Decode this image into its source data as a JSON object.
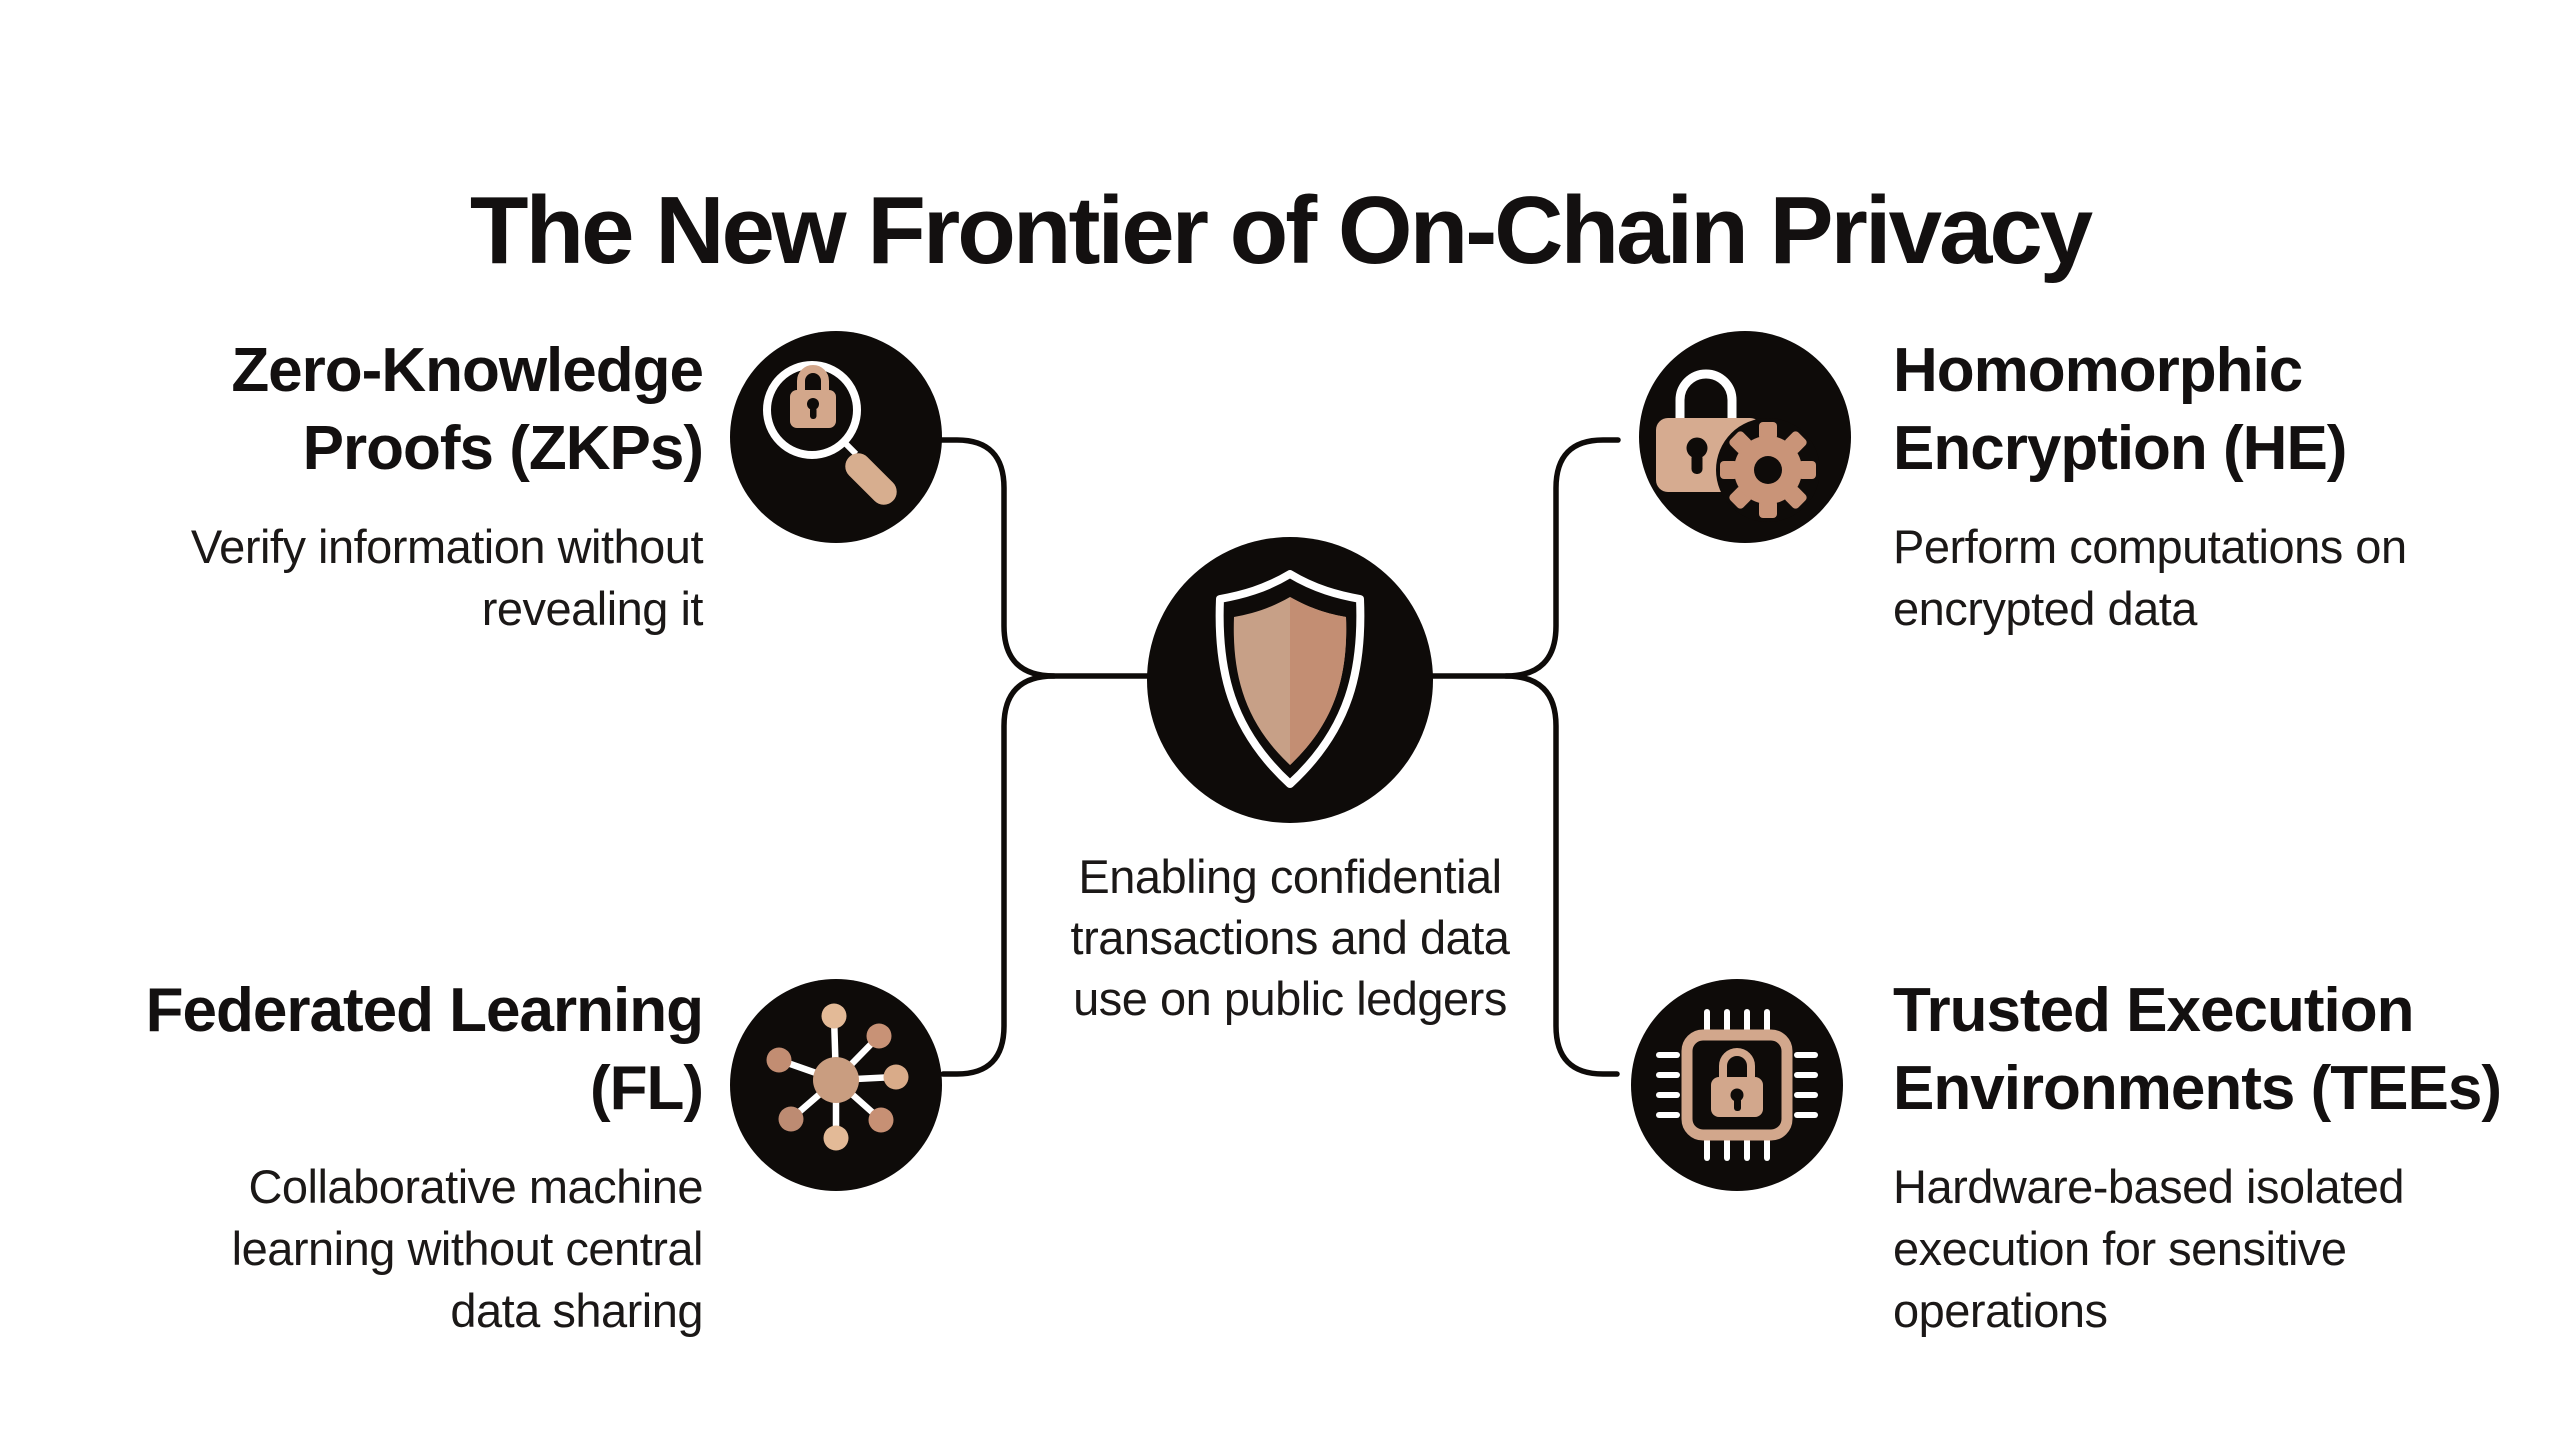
{
  "title": "The New Frontier of On-Chain Privacy",
  "center": {
    "icon": "shield-icon",
    "caption_lines": [
      "Enabling confidential",
      "transactions and data",
      "use on public ledgers"
    ]
  },
  "nodes": {
    "zkp": {
      "icon": "magnifier-lock-icon",
      "heading_lines": [
        "Zero-Knowledge",
        "Proofs (ZKPs)"
      ],
      "body_lines": [
        "Verify information without",
        "revealing it"
      ]
    },
    "he": {
      "icon": "lock-gear-icon",
      "heading_lines": [
        "Homomorphic",
        "Encryption (HE)"
      ],
      "body_lines": [
        "Perform computations on",
        "encrypted data"
      ]
    },
    "fl": {
      "icon": "network-hub-icon",
      "heading_lines": [
        "Federated Learning",
        "(FL)"
      ],
      "body_lines": [
        "Collaborative machine",
        "learning without central",
        "data sharing"
      ]
    },
    "tee": {
      "icon": "chip-lock-icon",
      "heading_lines": [
        "Trusted Execution",
        "Environments (TEEs)"
      ],
      "body_lines": [
        "Hardware-based isolated",
        "execution for sensitive",
        "operations"
      ]
    }
  },
  "colors": {
    "background": "#ffffff",
    "circle_black": "#0e0b09",
    "line_black": "#0e0b09",
    "tan": "#d3a78b",
    "tan_light": "#e3ba97",
    "tan_rose": "#c69076",
    "shield_left": "#c7a087",
    "shield_right": "#c38e73",
    "text_dark": "#131010"
  }
}
